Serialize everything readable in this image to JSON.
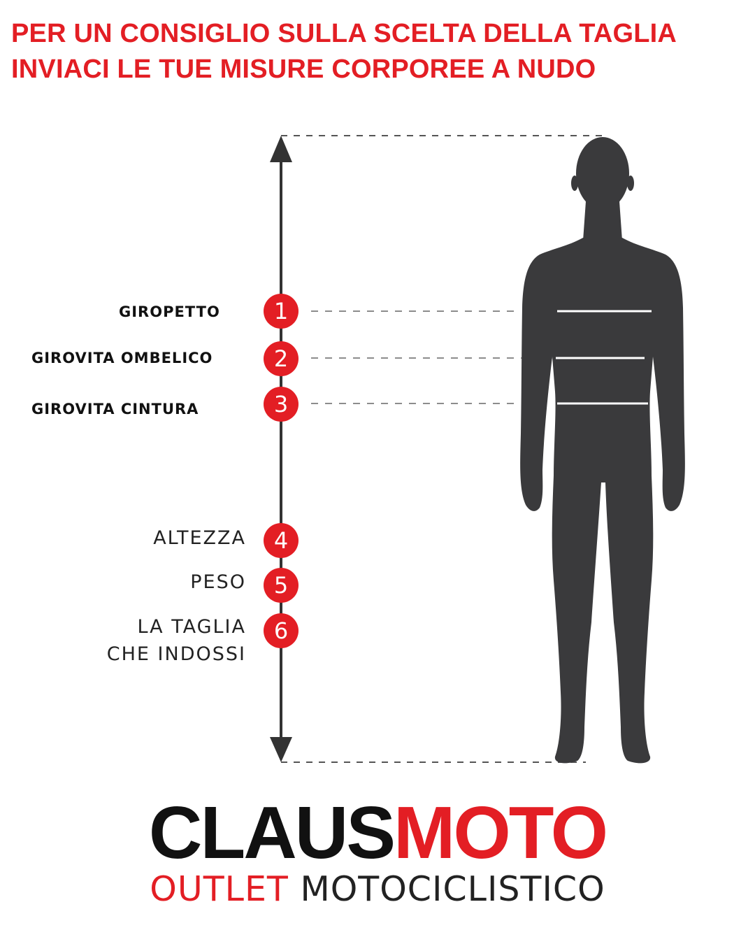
{
  "header": {
    "line1": "PER UN CONSIGLIO SULLA SCELTA DELLA TAGLIA",
    "line2": "INVIACI LE TUE MISURE CORPOREE A NUDO"
  },
  "measurements": [
    {
      "number": "1",
      "label": "GIROPETTO"
    },
    {
      "number": "2",
      "label": "GIROVITA OMBELICO"
    },
    {
      "number": "3",
      "label": "GIROVITA CINTURA"
    },
    {
      "number": "4",
      "label": "ALTEZZA"
    },
    {
      "number": "5",
      "label": "PESO"
    },
    {
      "number": "6",
      "label_line1": "LA TAGLIA",
      "label_line2": "CHE INDOSSI"
    }
  ],
  "brand": {
    "name_part1": "CLAUS",
    "name_part2": "MOTO",
    "tagline_part1": "OUTLET",
    "tagline_part2": "MOTOCICLISTICO"
  },
  "colors": {
    "accent": "#e31e24",
    "silhouette": "#3a3a3c",
    "text": "#111111"
  },
  "icons": {
    "figure": "human-silhouette-icon",
    "arrow": "height-arrow-icon"
  }
}
